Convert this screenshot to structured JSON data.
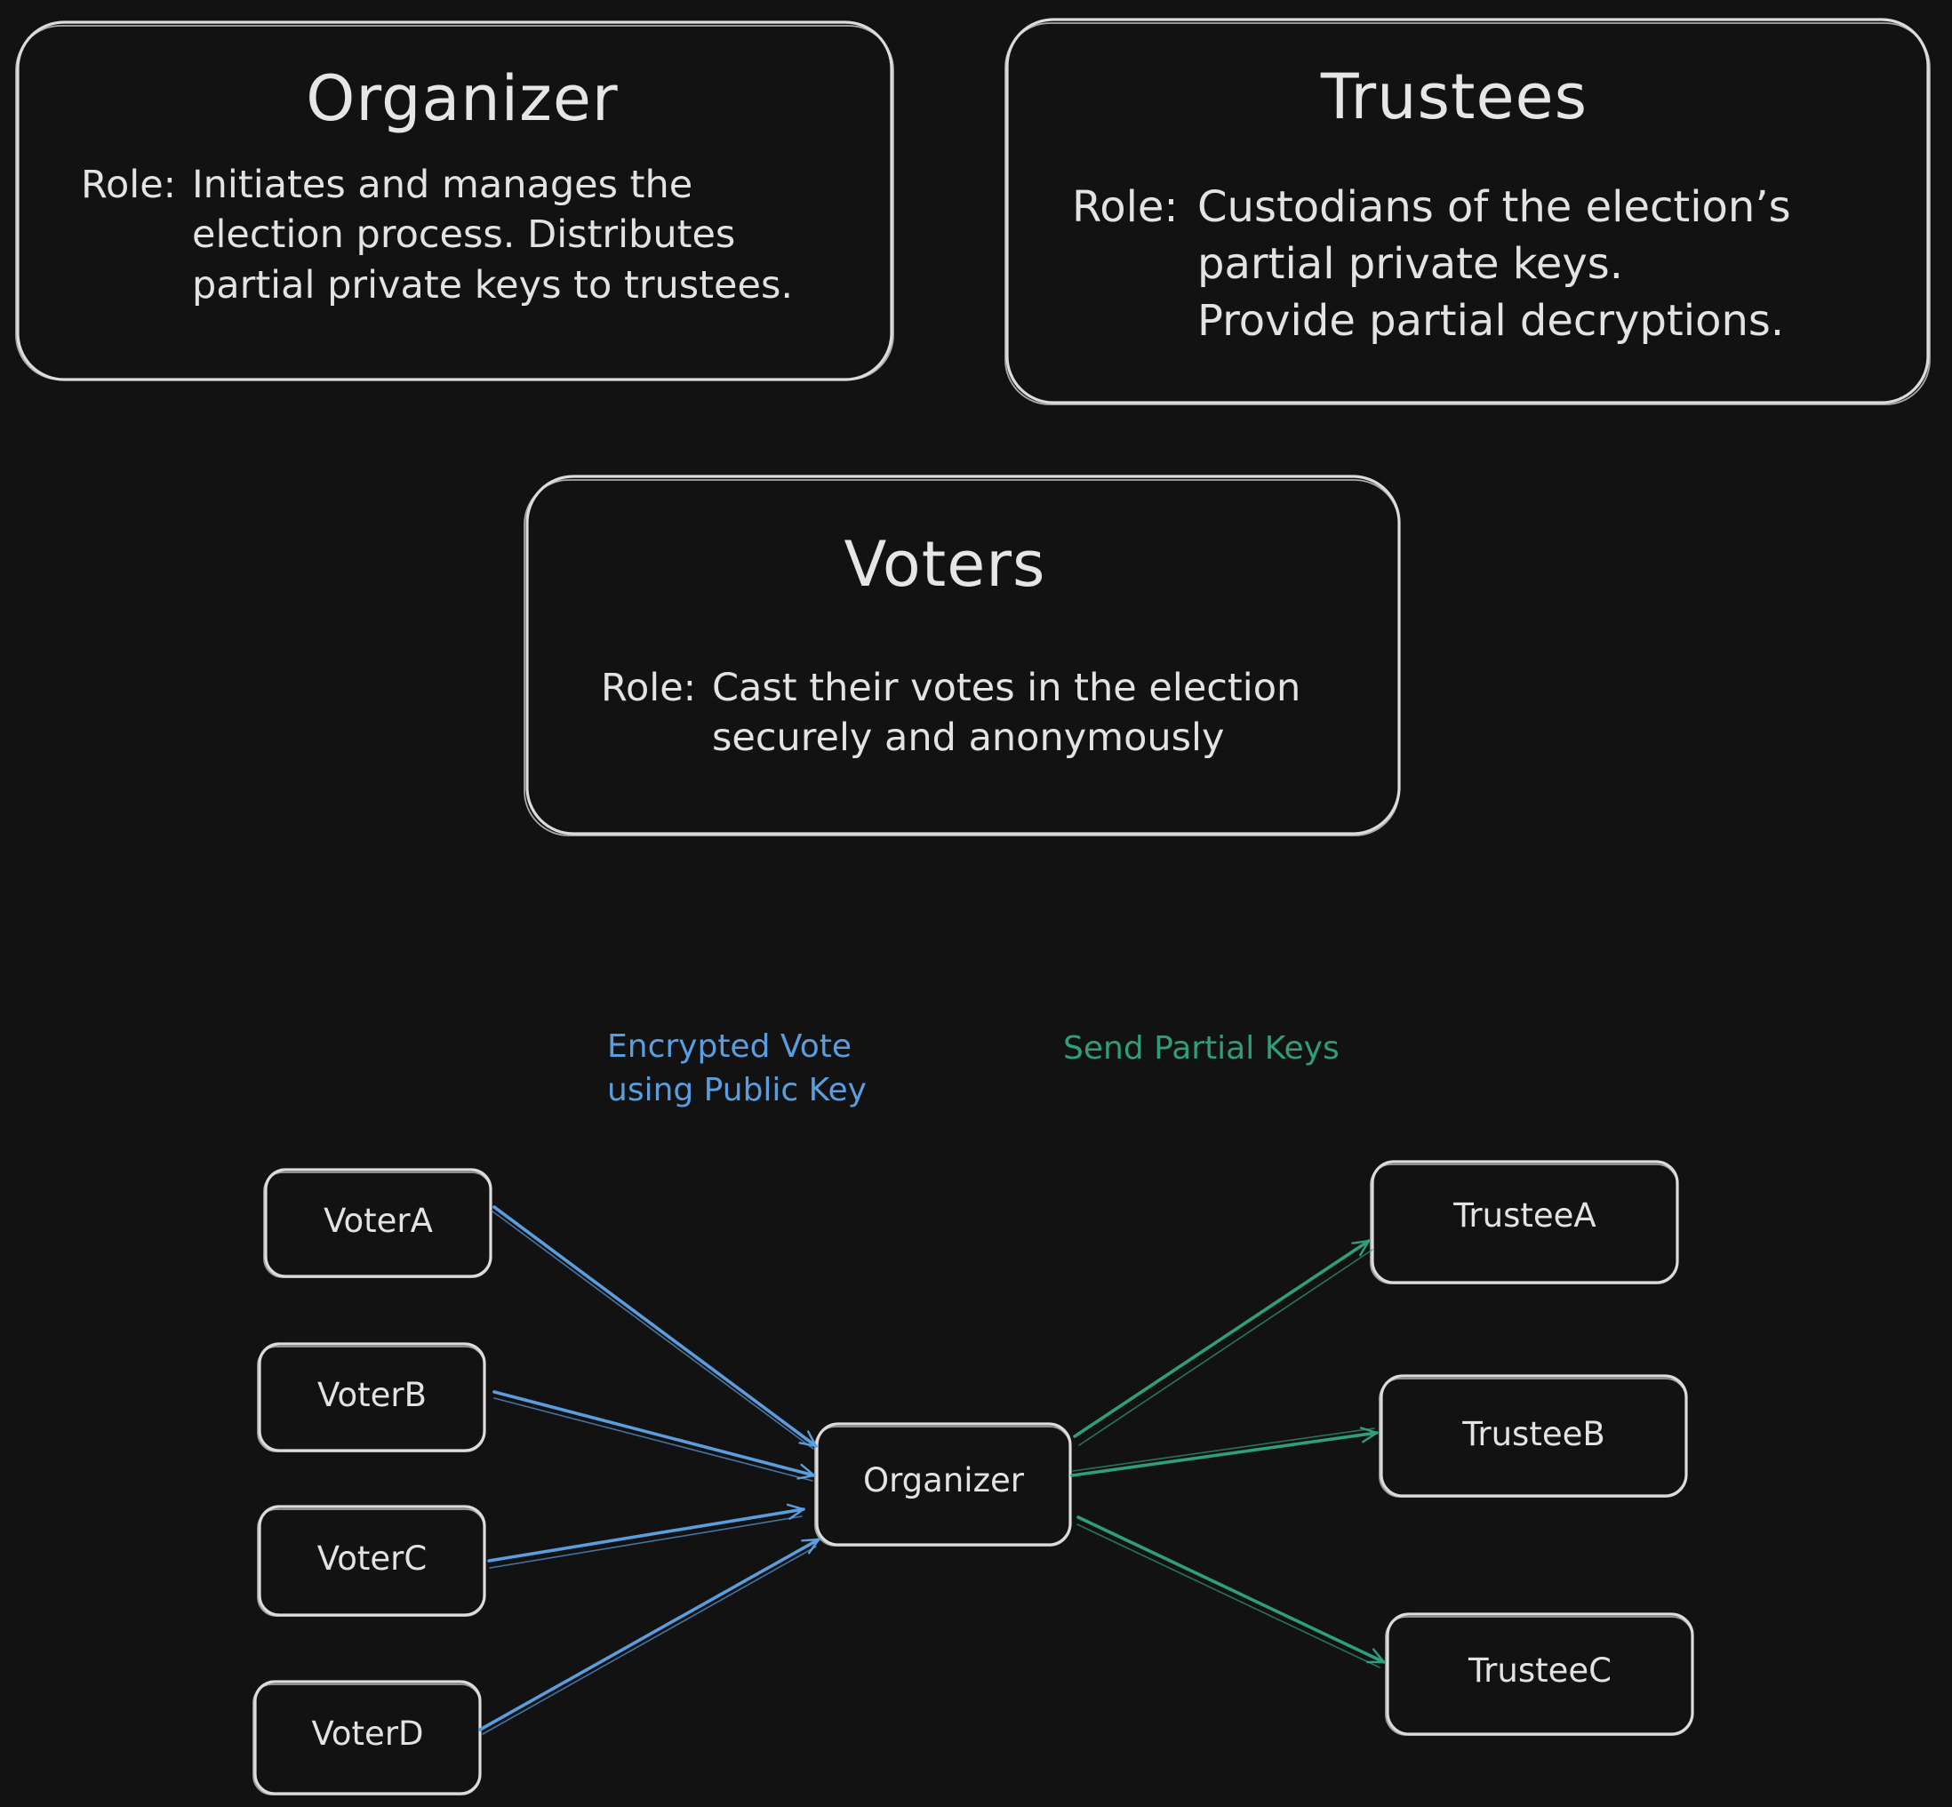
{
  "colors": {
    "background": "#121212",
    "box_stroke": "#dcdcdc",
    "text": "#e3e3e3",
    "vote_arrow": "#5a9ee0",
    "key_arrow": "#2f9e7c"
  },
  "roles": {
    "organizer": {
      "title": "Organizer",
      "role_prefix": "Role:",
      "role_lines": [
        "Initiates and manages the",
        "election process. Distributes",
        "partial private keys to trustees."
      ]
    },
    "trustees": {
      "title": "Trustees",
      "role_prefix": "Role:",
      "role_lines": [
        "Custodians of the election’s",
        "partial private keys.",
        "Provide partial decryptions."
      ]
    },
    "voters": {
      "title": "Voters",
      "role_prefix": "Role:",
      "role_lines": [
        "Cast their votes in the election",
        "securely and anonymously"
      ]
    }
  },
  "flow": {
    "vote_label": [
      "Encrypted Vote",
      "using Public Key"
    ],
    "key_label": "Send Partial Keys",
    "voters": [
      "VoterA",
      "VoterB",
      "VoterC",
      "VoterD"
    ],
    "organizer": "Organizer",
    "trustees": [
      "TrusteeA",
      "TrusteeB",
      "TrusteeC"
    ]
  }
}
